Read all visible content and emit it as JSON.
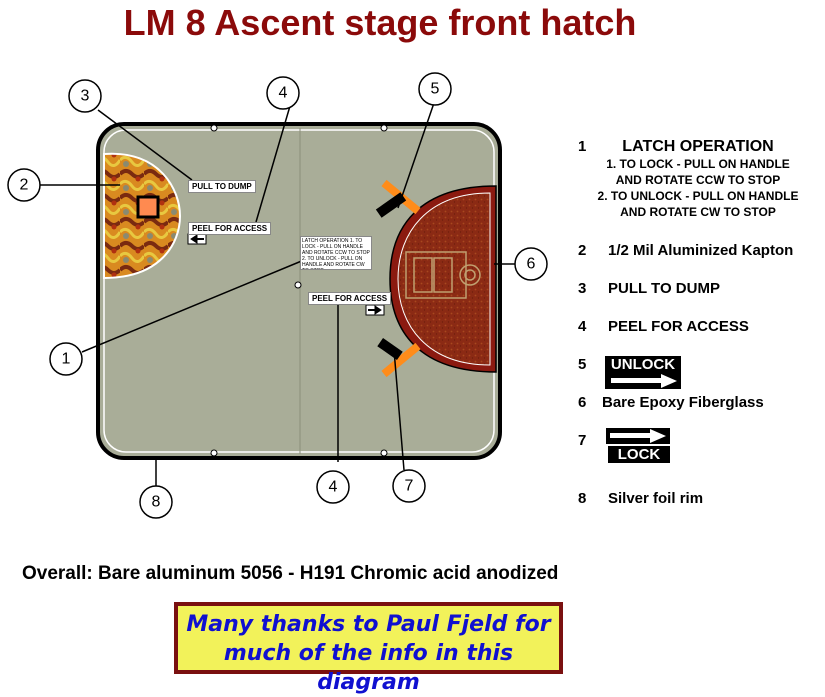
{
  "title": "LM 8 Ascent stage front hatch",
  "hatch_labels": {
    "pull_to_dump": "PULL TO DUMP",
    "peel_for_access": "PEEL FOR ACCESS",
    "unlock": "UNLOCK",
    "lock": "LOCK",
    "latch_note": "LATCH OPERATION 1. TO LOCK - PULL ON HANDLE AND ROTATE CCW TO STOP 2. TO UNLOCK - PULL ON HANDLE AND ROTATE CW TO STOP"
  },
  "callouts": [
    "1",
    "2",
    "3",
    "4",
    "4",
    "5",
    "6",
    "7",
    "8"
  ],
  "legend": {
    "item1": {
      "num": "1",
      "heading": "LATCH OPERATION",
      "lines": [
        "1. TO LOCK - PULL ON HANDLE",
        "AND ROTATE CCW TO STOP",
        "2. TO UNLOCK - PULL ON HANDLE",
        "AND ROTATE CW TO STOP"
      ]
    },
    "item2": {
      "num": "2",
      "text": "1/2 Mil Aluminized Kapton"
    },
    "item3": {
      "num": "3",
      "text": "PULL TO DUMP"
    },
    "item4": {
      "num": "4",
      "text": "PEEL FOR ACCESS"
    },
    "item5": {
      "num": "5",
      "tag": "UNLOCK"
    },
    "item6": {
      "num": "6",
      "text": "Bare Epoxy Fiberglass"
    },
    "item7": {
      "num": "7",
      "tag": "LOCK"
    },
    "item8": {
      "num": "8",
      "text": "Silver foil rim"
    }
  },
  "overall": "Overall: Bare aluminum 5056 - H191 Chromic acid anodized",
  "credit": {
    "line1": "Many thanks to Paul Fjeld for",
    "line2": "much of the info in this diagram"
  },
  "colors": {
    "title": "#8b0a0a",
    "hatch_fill": "#a9ad98",
    "fiberglass": "#8b2a14",
    "kapton": "#d98a20",
    "credit_bg": "#f2f25a",
    "credit_text": "#1010d0",
    "orange_strap": "#ff8c1a"
  }
}
